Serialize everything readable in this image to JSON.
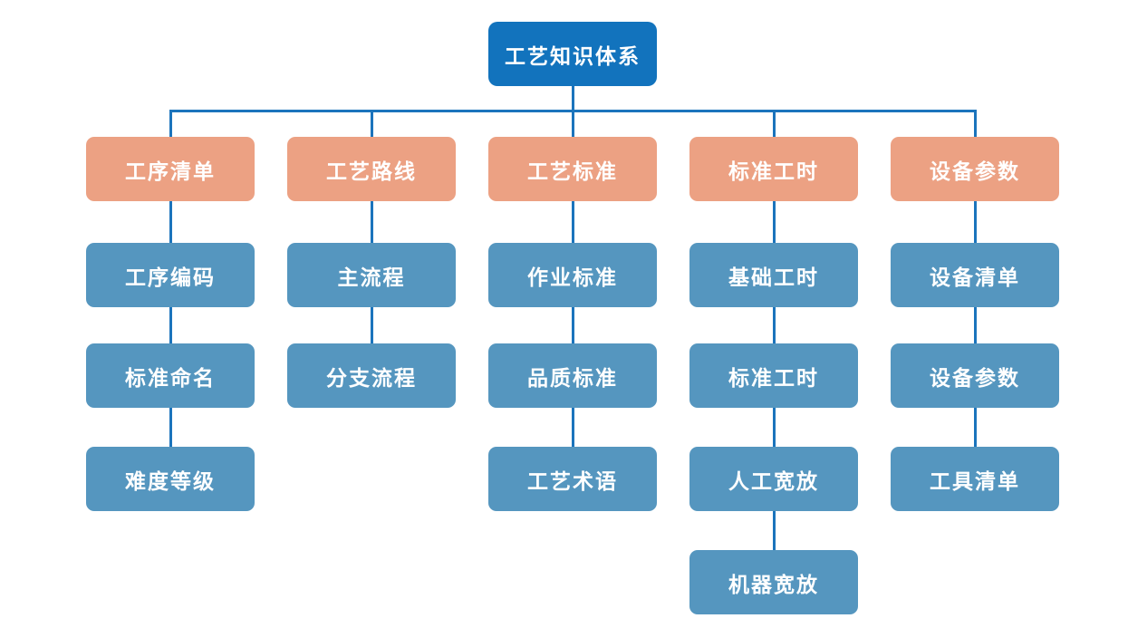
{
  "diagram": {
    "title": "工艺知识体系",
    "root": {
      "label": "工艺知识体系"
    },
    "branches": [
      {
        "label": "工序清单",
        "children": [
          "工序编码",
          "标准命名",
          "难度等级"
        ]
      },
      {
        "label": "工艺路线",
        "children": [
          "主流程",
          "分支流程"
        ]
      },
      {
        "label": "工艺标准",
        "children": [
          "作业标准",
          "品质标准",
          "工艺术语"
        ]
      },
      {
        "label": "标准工时",
        "children": [
          "基础工时",
          "标准工时",
          "人工宽放",
          "机器宽放"
        ]
      },
      {
        "label": "设备参数",
        "children": [
          "设备清单",
          "设备参数",
          "工具清单"
        ]
      }
    ],
    "colors": {
      "background": "#ffffff",
      "root_fill": "#1273bd",
      "branch_fill": "#eca183",
      "child_fill": "#5596bf",
      "text": "#ffffff",
      "connector": "#1b74bc"
    }
  }
}
